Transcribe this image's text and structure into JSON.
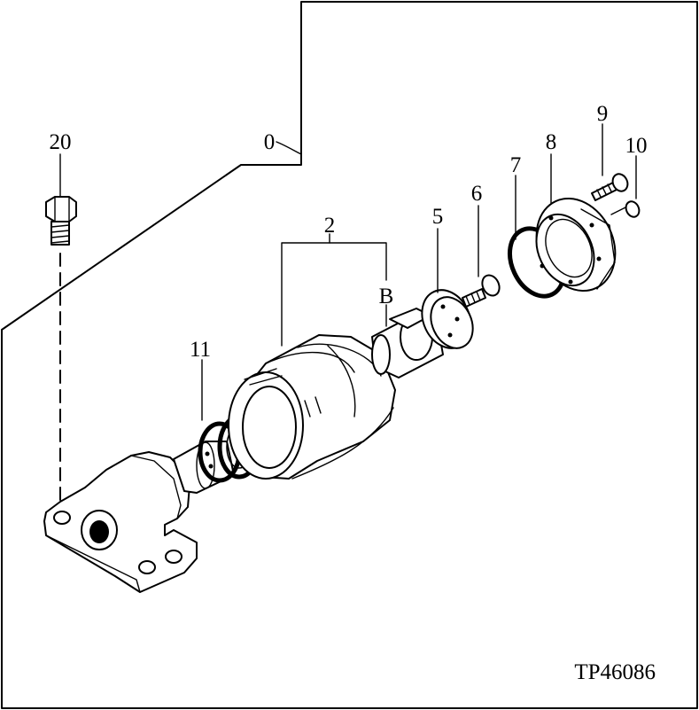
{
  "diagram": {
    "reference_code": "TP46086",
    "callouts": {
      "c20": "20",
      "c0": "0",
      "c2": "2",
      "cB": "B",
      "c5": "5",
      "c6": "6",
      "c7": "7",
      "c8": "8",
      "c9": "9",
      "c10": "10",
      "c11": "11"
    }
  }
}
